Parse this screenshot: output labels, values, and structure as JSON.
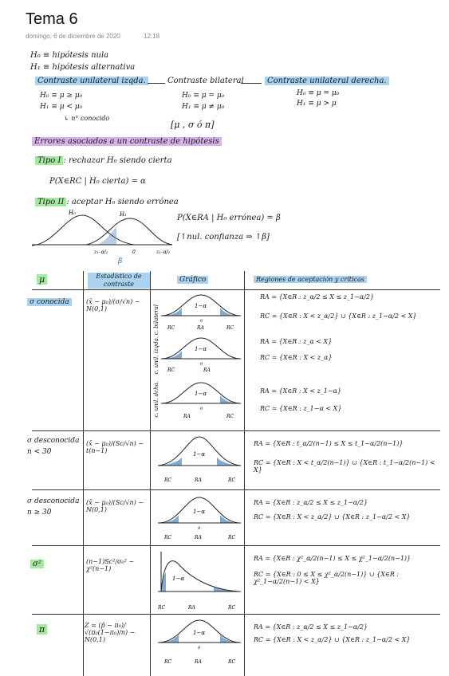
{
  "note": {
    "title": "Tema 6",
    "date": "domingo, 6 de diciembre de 2020",
    "time": "12:18"
  },
  "intro": {
    "h0_def": "H₀ ≡ hipótesis nula",
    "h1_def": "H₁ ≡ hipótesis alternativa"
  },
  "contrasts": {
    "left": {
      "label": "Contraste unilateral izqda.",
      "h0": "H₀ ≡ μ ≥ μ₀",
      "h1": "H₁ ≡ μ < μ₀",
      "note": "↳ n° conocido"
    },
    "bilateral": {
      "label": "Contraste bilateral",
      "h0": "H₀ ≡ μ = μ₀",
      "h1": "H₁ ≡ μ ≠ μ₀"
    },
    "right": {
      "label": "Contraste unilateral derecha.",
      "h0": "H₀ ≡ μ = μ₀",
      "h1": "H₁ ≡ μ > μ"
    },
    "params": "[μ , σ  ó  π]"
  },
  "errors": {
    "heading": "Errores asociados a un contraste de hipótesis",
    "type1_label": "Tipo I",
    "type1_text": ": rechazar H₀ siendo cierta",
    "type1_formula": "P(X∈RC | H₀ cierta) = α",
    "type2_label": "Tipo II",
    "type2_text": ": aceptar H₀ siendo errónea",
    "type2_formula": "P(X∈RA | H₀ errónea) = β",
    "type2_note": "[↑nul. confianza ⇒ ↑β]",
    "curve_h0": "H₀",
    "curve_h1": "H₁",
    "z_left": "z₁₋α/₂",
    "z_right": "z₁₋α/₂",
    "zero": "0",
    "beta": "β"
  },
  "table": {
    "headers": {
      "param": "μ",
      "statistic": "Estadístico de contraste",
      "graph": "Gráfico",
      "regions": "Regiones de aceptación y críticas"
    },
    "rows": [
      {
        "param": "σ conocida",
        "statistic": "(x̄ − μ₀)/(σ/√n) ~ N(0,1)",
        "side_labels": [
          "c. bilateral",
          "c. unil. izqda.",
          "c. unil. dcha."
        ],
        "sub_labels": [
          "1−α",
          "1−α",
          "1−α"
        ],
        "regions": [
          "RA = {X∈R : z_α/2 ≤ X ≤ z_1−α/2}",
          "RC = {X∈R : X < z_α/2} ∪ {X∈R : z_1−α/2 < X}",
          "RA = {X∈R : z_α < X}",
          "RC = {X∈R : X < z_α}",
          "RA = {X∈R : X < z_1−α}",
          "RC = {X∈R : z_1−α < X}"
        ]
      },
      {
        "param": "σ desconocida\nn < 30",
        "statistic": "(x̄ − μ₀)/(Sc/√n) ~ t(n−1)",
        "sub_labels": [
          "1−α"
        ],
        "regions": [
          "RA = {X∈R : t_α/2(n−1) ≤ X ≤ t_1−α/2(n−1)}",
          "RC = {X∈R : X < t_α/2(n−1)} ∪ {X∈R : t_1−α/2(n−1) < X}"
        ]
      },
      {
        "param": "σ desconocida\nn ≥ 30",
        "statistic": "(x̄ − μ₀)/(Sc/√n) ~ N(0,1)",
        "sub_labels": [
          "1−α"
        ],
        "regions": [
          "RA = {X∈R : z_α/2 ≤ X ≤ z_1−α/2}",
          "RC = {X∈R : X < z_α/2} ∪ {X∈R : z_1−α/2 < X}"
        ]
      },
      {
        "param": "σ²",
        "statistic": "(n−1)Sc²/σ₀² ~ χ²(n−1)",
        "sub_labels": [
          "1−α"
        ],
        "regions": [
          "RA = {X∈R : χ²_α/2(n−1) ≤ X ≤ χ²_1−α/2(n−1)}",
          "RC = {X∈R : 0 ≤ X ≤ χ²_α/2(n−1)} ∪ {X∈R : χ²_1−α/2(n−1) < X}"
        ]
      },
      {
        "param": "π",
        "statistic": "Z = (p̂ − π₀)/√(π₀(1−π₀)/n) ~ N(0,1)",
        "sub_labels": [
          "1−α"
        ],
        "regions": [
          "RA = {X∈R : z_α/2 ≤ X ≤ z_1−α/2}",
          "RC = {X∈R : X < z_α/2} ∪ {X∈R : z_1−α/2 < X}"
        ]
      }
    ],
    "axis_labels": {
      "rc": "RC",
      "ra": "RA",
      "zero": "0"
    }
  },
  "colors": {
    "blue_highlight": "#a9d3f0",
    "purple_highlight": "#d7b3ee",
    "green_highlight": "#a3ea9e",
    "shade": "#2f6fb0"
  }
}
